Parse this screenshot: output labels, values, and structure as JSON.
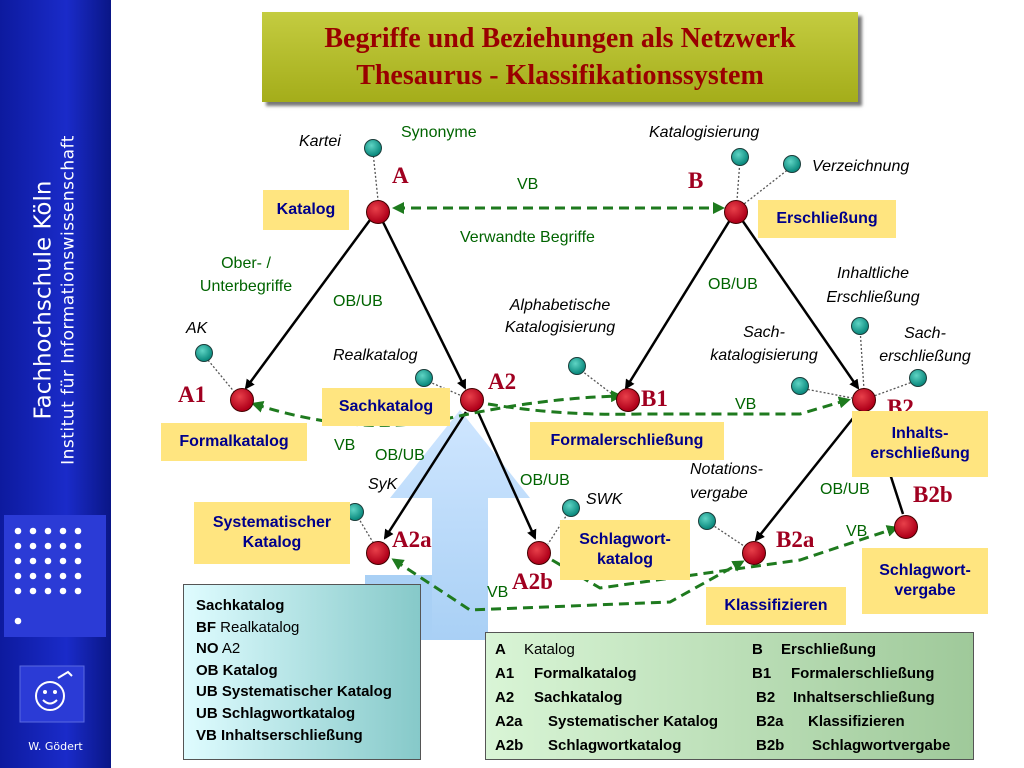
{
  "sidebar": {
    "line1": "Fachhochschule Köln",
    "line2": "Institut für Informationswissenschaft",
    "author": "W. Gödert"
  },
  "title": {
    "line1": "Begriffe und Beziehungen als Netzwerk",
    "line2": "Thesaurus - Klassifikationssystem"
  },
  "nodes": {
    "A": "A",
    "B": "B",
    "A1": "A1",
    "A2": "A2",
    "B1": "B1",
    "B2": "B2",
    "A2a": "A2a",
    "A2b": "A2b",
    "B2a": "B2a",
    "B2b": "B2b"
  },
  "boxes": {
    "katalog": "Katalog",
    "erschliessung": "Erschließung",
    "sachkatalog": "Sachkatalog",
    "formalkatalog": "Formalkatalog",
    "formalerschliessung": "Formalerschließung",
    "inhaltserschliessung": "Inhalts-erschließung",
    "systematischer_katalog": "Systematischer Katalog",
    "schlagwortkatalog": "Schlagwort-katalog",
    "klassifizieren": "Klassifizieren",
    "schlagwortvergabe": "Schlagwort-vergabe"
  },
  "terms": {
    "kartei": "Kartei",
    "katalogisierung": "Katalogisierung",
    "verzeichnung": "Verzeichnung",
    "ak": "AK",
    "alphabetische": "Alphabetische Katalogisierung",
    "realkatalog": "Realkatalog",
    "sach_katalogisierung": "Sach-katalogisierung",
    "inhaltliche": "Inhaltliche Erschließung",
    "sach_erschliessung": "Sach-erschließung",
    "syk": "SyK",
    "swk": "SWK",
    "notationsvergabe": "Notations-vergabe"
  },
  "relations": {
    "synonyme": "Synonyme",
    "vb_top": "VB",
    "verwandte": "Verwandte Begriffe",
    "oberunter": "Ober- / Unterbegriffe",
    "obub_a": "OB/UB",
    "obub_b": "OB/UB",
    "vb_left": "VB",
    "vb_right": "VB",
    "obub_a2": "OB/UB",
    "obub_a2b": "OB/UB",
    "obub_b2": "OB/UB",
    "vb_b2b": "VB",
    "vb_bottom": "VB"
  },
  "legend_left": [
    {
      "key": "",
      "val": "Sachkatalog"
    },
    {
      "key": "BF",
      "val": "Realkatalog"
    },
    {
      "key": "NO",
      "val": "A2"
    },
    {
      "key": "OB",
      "val": "Katalog"
    },
    {
      "key": "UB",
      "val": "Systematischer Katalog"
    },
    {
      "key": "UB",
      "val": "Schlagwortkatalog"
    },
    {
      "key": "VB",
      "val": "Inhaltserschließung"
    }
  ],
  "legend_right": [
    {
      "c1": "A",
      "t1": "Katalog",
      "c2": "B",
      "t2": "Erschließung"
    },
    {
      "c1": "A1",
      "t1": "Formalkatalog",
      "c2": "B1",
      "t2": "Formalerschließung"
    },
    {
      "c1": "A2",
      "t1": "Sachkatalog",
      "c2": "B2",
      "t2": "Inhaltserschließung"
    },
    {
      "c1": "A2a",
      "t1": "Systematischer Katalog",
      "c2": "B2a",
      "t2": "Klassifizieren"
    },
    {
      "c1": "A2b",
      "t1": "Schlagwortkatalog",
      "c2": "B2b",
      "t2": "Schlagwortvergabe"
    }
  ],
  "colors": {
    "sidebar": "#1a2bc9",
    "title_bg": "#b5bd2a",
    "title_text": "#990000",
    "node": "#c0102a",
    "term_node": "#20a898",
    "box_bg": "#ffe580",
    "box_text": "#00008b",
    "relation_green": "#1e7a1e"
  }
}
